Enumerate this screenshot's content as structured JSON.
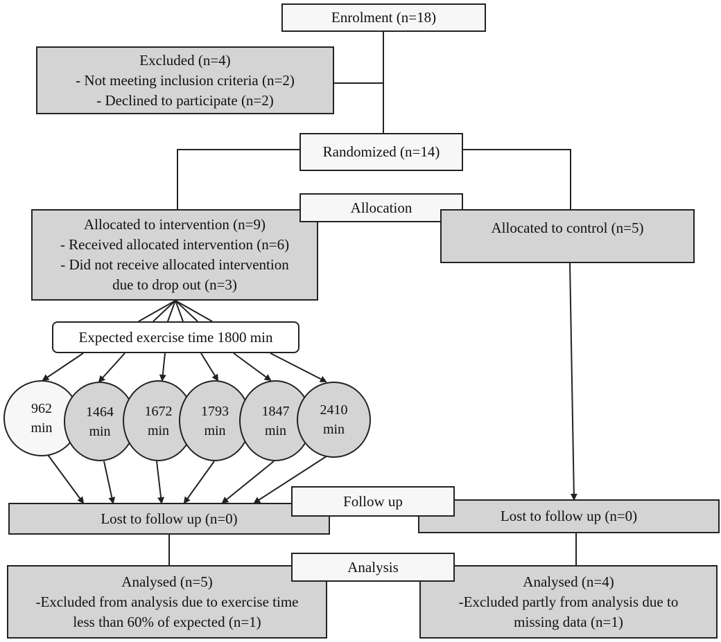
{
  "enrolment": "Enrolment (n=18)",
  "excluded": {
    "title": "Excluded (n=4)",
    "lines": [
      "- Not meeting inclusion criteria (n=2)",
      "- Declined to participate (n=2)"
    ]
  },
  "randomized": "Randomized (n=14)",
  "stage_labels": {
    "allocation": "Allocation",
    "follow_up": "Follow up",
    "analysis": "Analysis"
  },
  "intervention": {
    "title": "Allocated to intervention (n=9)",
    "lines": [
      "- Received allocated intervention (n=6)",
      "- Did not receive allocated intervention",
      "due to drop out (n=3)"
    ]
  },
  "control": "Allocated to control (n=5)",
  "expected": "Expected exercise time 1800 min",
  "exercise_times": [
    {
      "value": "962",
      "unit": "min"
    },
    {
      "value": "1464",
      "unit": "min"
    },
    {
      "value": "1672",
      "unit": "min"
    },
    {
      "value": "1793",
      "unit": "min"
    },
    {
      "value": "1847",
      "unit": "min"
    },
    {
      "value": "2410",
      "unit": "min"
    }
  ],
  "lost_intervention": "Lost to follow up (n=0)",
  "lost_control": "Lost to follow up (n=0)",
  "analysed_intervention": {
    "title": "Analysed (n=5)",
    "lines": [
      "-Excluded from analysis due to exercise time",
      "less than 60% of expected (n=1)"
    ]
  },
  "analysed_control": {
    "title": "Analysed (n=4)",
    "lines": [
      "-Excluded partly from analysis due to",
      "missing data (n=1)"
    ]
  },
  "colors": {
    "box_gray": "#d4d4d4",
    "box_white": "#f7f7f7",
    "stroke": "#222222"
  }
}
